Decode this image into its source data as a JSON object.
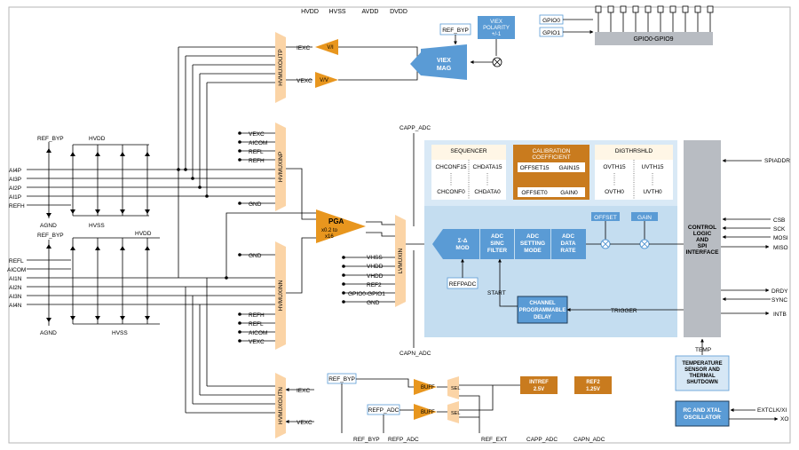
{
  "colors": {
    "border": "#b5b5b5",
    "muxfill": "#fbd4a6",
    "tri_orange": "#e8961e",
    "blue_block": "#5a9bd5",
    "panel_light": "#d9e9f6",
    "panel_mid": "#c4ddf0",
    "brown": "#c97b1e",
    "control_gray": "#b8bcc2",
    "box_blue": "#d6e7f5"
  },
  "top_rails": [
    "HVDD",
    "HVSS",
    "AVDD",
    "DVDD"
  ],
  "muxes": {
    "outp": "HVMUXOUTP",
    "inp": "HVMUXINP",
    "inn": "HVMUXINN",
    "outn": "HVMUXOUTN",
    "lv": "LVMUXIN"
  },
  "excitation": {
    "iexc": "IEXC",
    "vexc": "VEXC",
    "vi_amp": "V/I",
    "vv_amp": "V/V",
    "viex_mag": [
      "VIEX",
      "MAG"
    ],
    "viex_polarity": [
      "VIEX",
      "POLARITY",
      "+/-1"
    ],
    "ref_byp": "REF_BYP"
  },
  "gpio": {
    "gpio0": "GPIO0",
    "gpio1": "GPIO1",
    "bus": "GPIO0-GPIO9"
  },
  "top_inputs": {
    "ref_byp": "REF_BYP",
    "hvdd": "HVDD",
    "hvss": "HVSS",
    "agnd": "AGND",
    "pins": [
      "AI4P",
      "AI3P",
      "AI2P",
      "AI1P",
      "REFH"
    ]
  },
  "bottom_inputs": {
    "ref_byp": "REF_BYP",
    "hvdd": "HVDD",
    "hvss": "HVSS",
    "agnd": "AGND",
    "pins": [
      "REFL",
      "AICOM",
      "AI1N",
      "AI2N",
      "AI3N",
      "AI4N"
    ]
  },
  "inp_aux": [
    "VEXC",
    "AICOM",
    "REFL",
    "REFH",
    "GND"
  ],
  "inn_aux_top": [
    "GND"
  ],
  "inn_aux": [
    "REFH",
    "REFL",
    "AICOM",
    "VEXC"
  ],
  "lv_inputs": [
    "VHSS",
    "VHDD",
    "VHDD",
    "REF2",
    "GPIO0-GPIO1",
    "GND"
  ],
  "pga": [
    "PGA",
    "x0.2 to",
    "x16"
  ],
  "capp_adc": "CAPP_ADC",
  "capn_adc": "CAPN_ADC",
  "adc_panel": {
    "sequencer": {
      "title": "SEQUENCER",
      "cells": [
        "CHCONF15",
        "CHDATA15",
        "CHCONF0",
        "CHDATA0"
      ]
    },
    "calibration": {
      "title": [
        "CALIBRATION",
        "COEFFICIENT"
      ],
      "cells": [
        "OFFSET15",
        "GAIN15",
        "OFFSET0",
        "GAIN0"
      ]
    },
    "digthrshld": {
      "title": "DIGTHRSHLD",
      "cells": [
        "OVTH15",
        "UVTH15",
        "OVTH0",
        "UVTH0"
      ]
    },
    "sigma_delta": [
      "Σ-Δ",
      "MOD"
    ],
    "sinc": [
      "ADC",
      "SINC",
      "FILTER"
    ],
    "setting": [
      "ADC",
      "SETTING",
      "MODE"
    ],
    "data": [
      "ADC",
      "DATA",
      "RATE"
    ],
    "offset": "OFFSET",
    "gain": "GAIN",
    "refpadc": "REFPADC",
    "start": "START",
    "channel_delay": [
      "CHANNEL",
      "PROGRAMMABLE",
      "DELAY"
    ],
    "trigger": "TRIGGER"
  },
  "control": {
    "lines": [
      "CONTROL",
      "LOGIC",
      "AND",
      "SPI",
      "INTERFACE"
    ],
    "inputs": [
      "SPIADDR",
      "CSB",
      "SCK",
      "MOSI",
      "MISO",
      "DRDY",
      "SYNC",
      "INTB"
    ],
    "temp": "TEMP"
  },
  "temp_sensor": [
    "TEMPERATURE",
    "SENSOR AND",
    "THERMAL",
    "SHUTDOWN"
  ],
  "osc": [
    "RC AND XTAL",
    "OSCILLATOR"
  ],
  "osc_pins": [
    "EXTCLK/XI",
    "XO"
  ],
  "outn_block": {
    "iexc": "IEXC",
    "vexc": "VEXC",
    "ref_byp_box": "REF_BYP",
    "refp_adc_box": "REFP_ADC",
    "buff": "BUFF",
    "sel": "SEL",
    "intref": [
      "INTREF",
      "2.5V"
    ],
    "ref2": [
      "REF2",
      "1.25V"
    ]
  },
  "bottom_labels": [
    "REF_BYP",
    "REFP_ADC",
    "REF_EXT",
    "CAPP_ADC",
    "CAPN_ADC"
  ]
}
